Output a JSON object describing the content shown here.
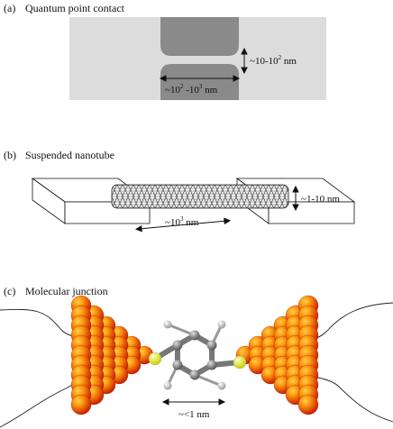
{
  "panels": [
    {
      "letter": "(a)",
      "title": "Quantum point contact"
    },
    {
      "letter": "(b)",
      "title": "Suspended nanotube"
    },
    {
      "letter": "(c)",
      "title": "Molecular junction"
    }
  ],
  "qpc": {
    "gap_label_pre": "~10-10",
    "gap_label_sup": "2",
    "gap_label_post": " nm",
    "width_label_pre": "~10",
    "width_label_sup1": "2",
    "width_label_mid": " -10",
    "width_label_sup2": "3",
    "width_label_post": " nm"
  },
  "nanotube": {
    "diameter_label": "~1-10 nm",
    "length_label_pre": "~10",
    "length_label_sup": "3",
    "length_label_post": " nm"
  },
  "molecule": {
    "gap_label": "~<1 nm"
  },
  "colors": {
    "substrate": "#dcdcdc",
    "gate": "#8a8a8a",
    "gold_light": "#ffb020",
    "gold_dark": "#d02000",
    "sulfur": "#e8f020",
    "carbon": "#888888",
    "hydrogen": "#e8e8e8"
  }
}
